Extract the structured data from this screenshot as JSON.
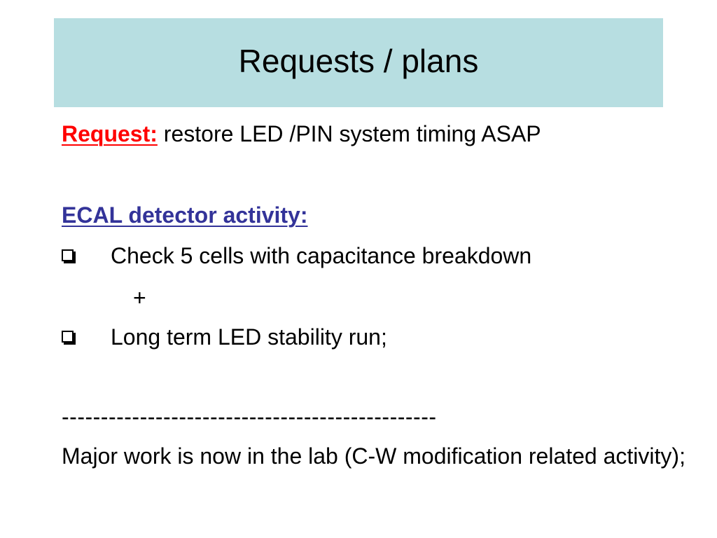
{
  "slide": {
    "title": "Requests / plans",
    "request": {
      "label": "Request:",
      "text": " restore LED /PIN system timing ASAP"
    },
    "section_heading": "ECAL detector activity:",
    "bullets": [
      {
        "text": "Check 5 cells with capacitance breakdown",
        "icon": "checkbox-bullet-icon"
      },
      {
        "text": "Long term LED stability run;",
        "icon": "checkbox-bullet-icon"
      }
    ],
    "plus": "+",
    "separator": "------------------------------------------------",
    "note": "Major work is now in the lab (C-W modification related activity);"
  }
}
